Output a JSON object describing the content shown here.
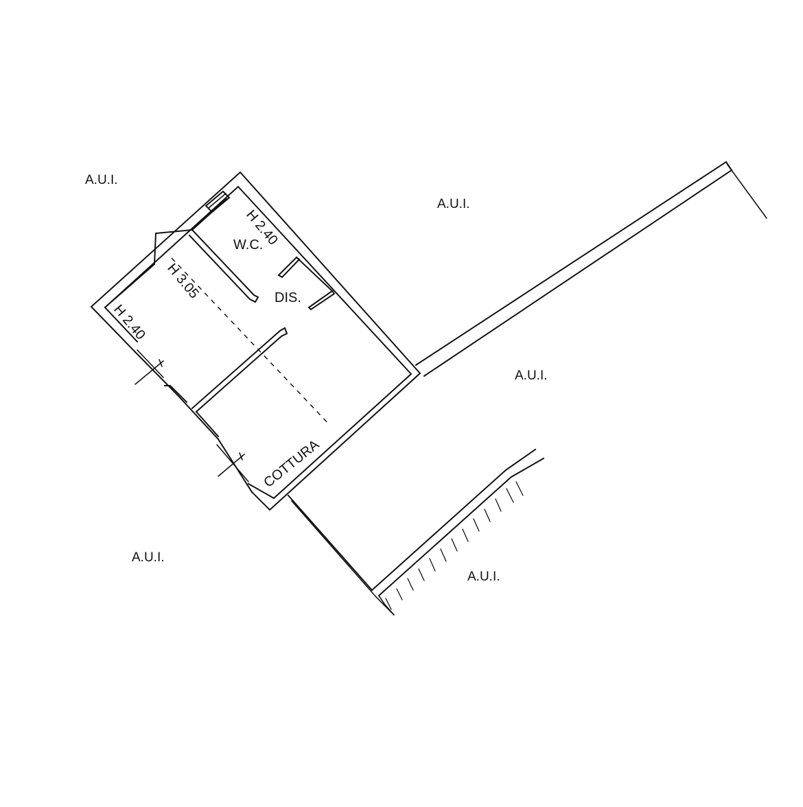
{
  "labels": {
    "aui_top_left": "A.U.I.",
    "aui_top_center": "A.U.I.",
    "aui_right": "A.U.I.",
    "aui_bottom_left": "A.U.I.",
    "aui_bottom_right": "A.U.I."
  },
  "rooms": {
    "wc_height": "H 2.40",
    "wc_name": "W.C.",
    "main_height": "H 3.05",
    "side_height": "H 2.40",
    "dis_name": "DIS.",
    "kitchen_name": "COTTURA"
  }
}
